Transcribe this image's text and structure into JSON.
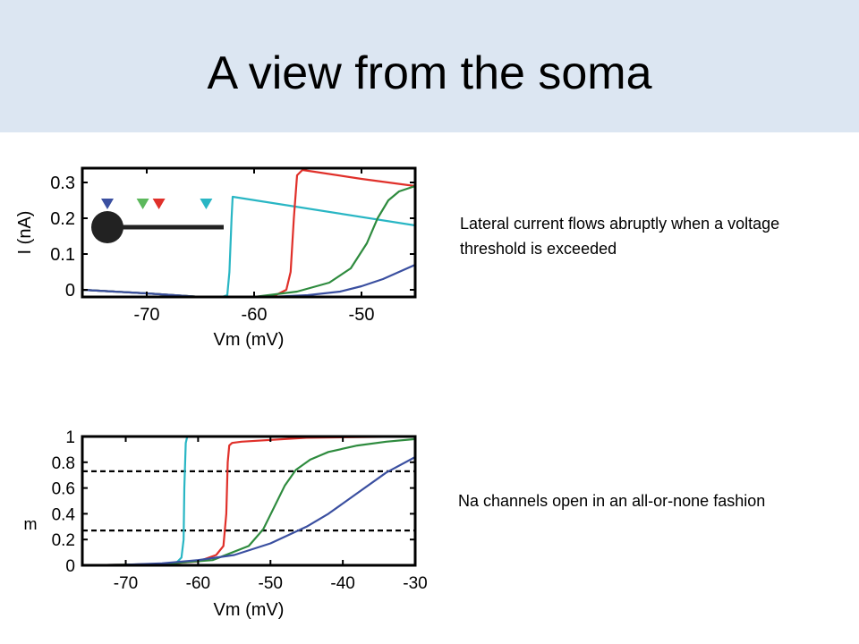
{
  "slide": {
    "title": "A view from the soma",
    "note1": "Lateral current flows abruptly when a voltage threshold is exceeded",
    "note2": "Na channels open in an all-or-none fashion"
  },
  "chart_data": [
    {
      "type": "line",
      "xlabel": "Vm (mV)",
      "ylabel": "I (nA)",
      "xlim": [
        -76,
        -45
      ],
      "ylim": [
        -0.02,
        0.34
      ],
      "xticks": [
        -70,
        -60,
        -50
      ],
      "yticks": [
        0,
        0.1,
        0.2,
        0.3
      ],
      "grid": false,
      "inset": {
        "soma_color": "#222222",
        "markers": [
          {
            "color": "#3a4fa0",
            "position": 0.0
          },
          {
            "color": "#5cb85c",
            "position": 0.33
          },
          {
            "color": "#e0302a",
            "position": 0.48
          },
          {
            "color": "#29b6c4",
            "position": 0.92
          }
        ]
      },
      "series": [
        {
          "color": "#29b6c4",
          "x": [
            -76,
            -70,
            -65,
            -63,
            -62.5,
            -62.3,
            -62.1,
            -62.0,
            -45
          ],
          "y": [
            0.0,
            -0.01,
            -0.02,
            -0.02,
            -0.015,
            0.05,
            0.2,
            0.26,
            0.18
          ]
        },
        {
          "color": "#e0302a",
          "x": [
            -76,
            -70,
            -65,
            -60,
            -58,
            -57,
            -56.6,
            -56.3,
            -56.0,
            -55.5,
            -50,
            -45
          ],
          "y": [
            0.0,
            -0.01,
            -0.02,
            -0.02,
            -0.015,
            0.0,
            0.05,
            0.2,
            0.32,
            0.335,
            0.31,
            0.29
          ]
        },
        {
          "color": "#2e8b3e",
          "x": [
            -76,
            -70,
            -65,
            -60,
            -56,
            -53,
            -51,
            -49.5,
            -48.5,
            -47.5,
            -46.5,
            -45
          ],
          "y": [
            0.0,
            -0.01,
            -0.02,
            -0.02,
            -0.005,
            0.02,
            0.06,
            0.13,
            0.2,
            0.25,
            0.275,
            0.29
          ]
        },
        {
          "color": "#3a4fa0",
          "x": [
            -76,
            -70,
            -65,
            -60,
            -55,
            -52,
            -50,
            -48,
            -46.5,
            -45
          ],
          "y": [
            0.0,
            -0.01,
            -0.02,
            -0.022,
            -0.015,
            -0.005,
            0.01,
            0.03,
            0.05,
            0.07
          ]
        }
      ]
    },
    {
      "type": "line",
      "xlabel": "Vm (mV)",
      "ylabel": "m",
      "xlim": [
        -76,
        -30
      ],
      "ylim": [
        0,
        1
      ],
      "xticks": [
        -70,
        -60,
        -50,
        -40,
        -30
      ],
      "yticks": [
        0,
        0.2,
        0.4,
        0.6,
        0.8,
        1
      ],
      "ytick_labels": [
        "0",
        "0.2",
        "0.4",
        "0.6",
        "0.8",
        "1"
      ],
      "grid": false,
      "hlines": [
        0.73,
        0.27
      ],
      "series": [
        {
          "color": "#29b6c4",
          "x": [
            -76,
            -66,
            -63,
            -62.3,
            -62.0,
            -61.9,
            -61.7,
            -61.5
          ],
          "y": [
            0.0,
            0.005,
            0.02,
            0.06,
            0.2,
            0.6,
            0.95,
            1.0
          ]
        },
        {
          "color": "#e0302a",
          "x": [
            -76,
            -65,
            -60,
            -57.5,
            -56.5,
            -56.1,
            -55.9,
            -55.7,
            -55.3,
            -54,
            -45,
            -30
          ],
          "y": [
            0.0,
            0.01,
            0.03,
            0.08,
            0.15,
            0.4,
            0.8,
            0.93,
            0.95,
            0.96,
            0.99,
            1.0
          ]
        },
        {
          "color": "#2e8b3e",
          "x": [
            -76,
            -65,
            -58,
            -53,
            -51,
            -49.5,
            -48,
            -46.5,
            -44.5,
            -42,
            -38,
            -34,
            -30
          ],
          "y": [
            0.0,
            0.01,
            0.04,
            0.15,
            0.28,
            0.45,
            0.62,
            0.74,
            0.82,
            0.88,
            0.93,
            0.96,
            0.98
          ]
        },
        {
          "color": "#3a4fa0",
          "x": [
            -76,
            -70,
            -65,
            -60,
            -55,
            -50,
            -45,
            -42,
            -38,
            -34,
            -30
          ],
          "y": [
            0.0,
            0.005,
            0.015,
            0.04,
            0.08,
            0.17,
            0.3,
            0.4,
            0.56,
            0.72,
            0.84
          ]
        }
      ]
    }
  ]
}
